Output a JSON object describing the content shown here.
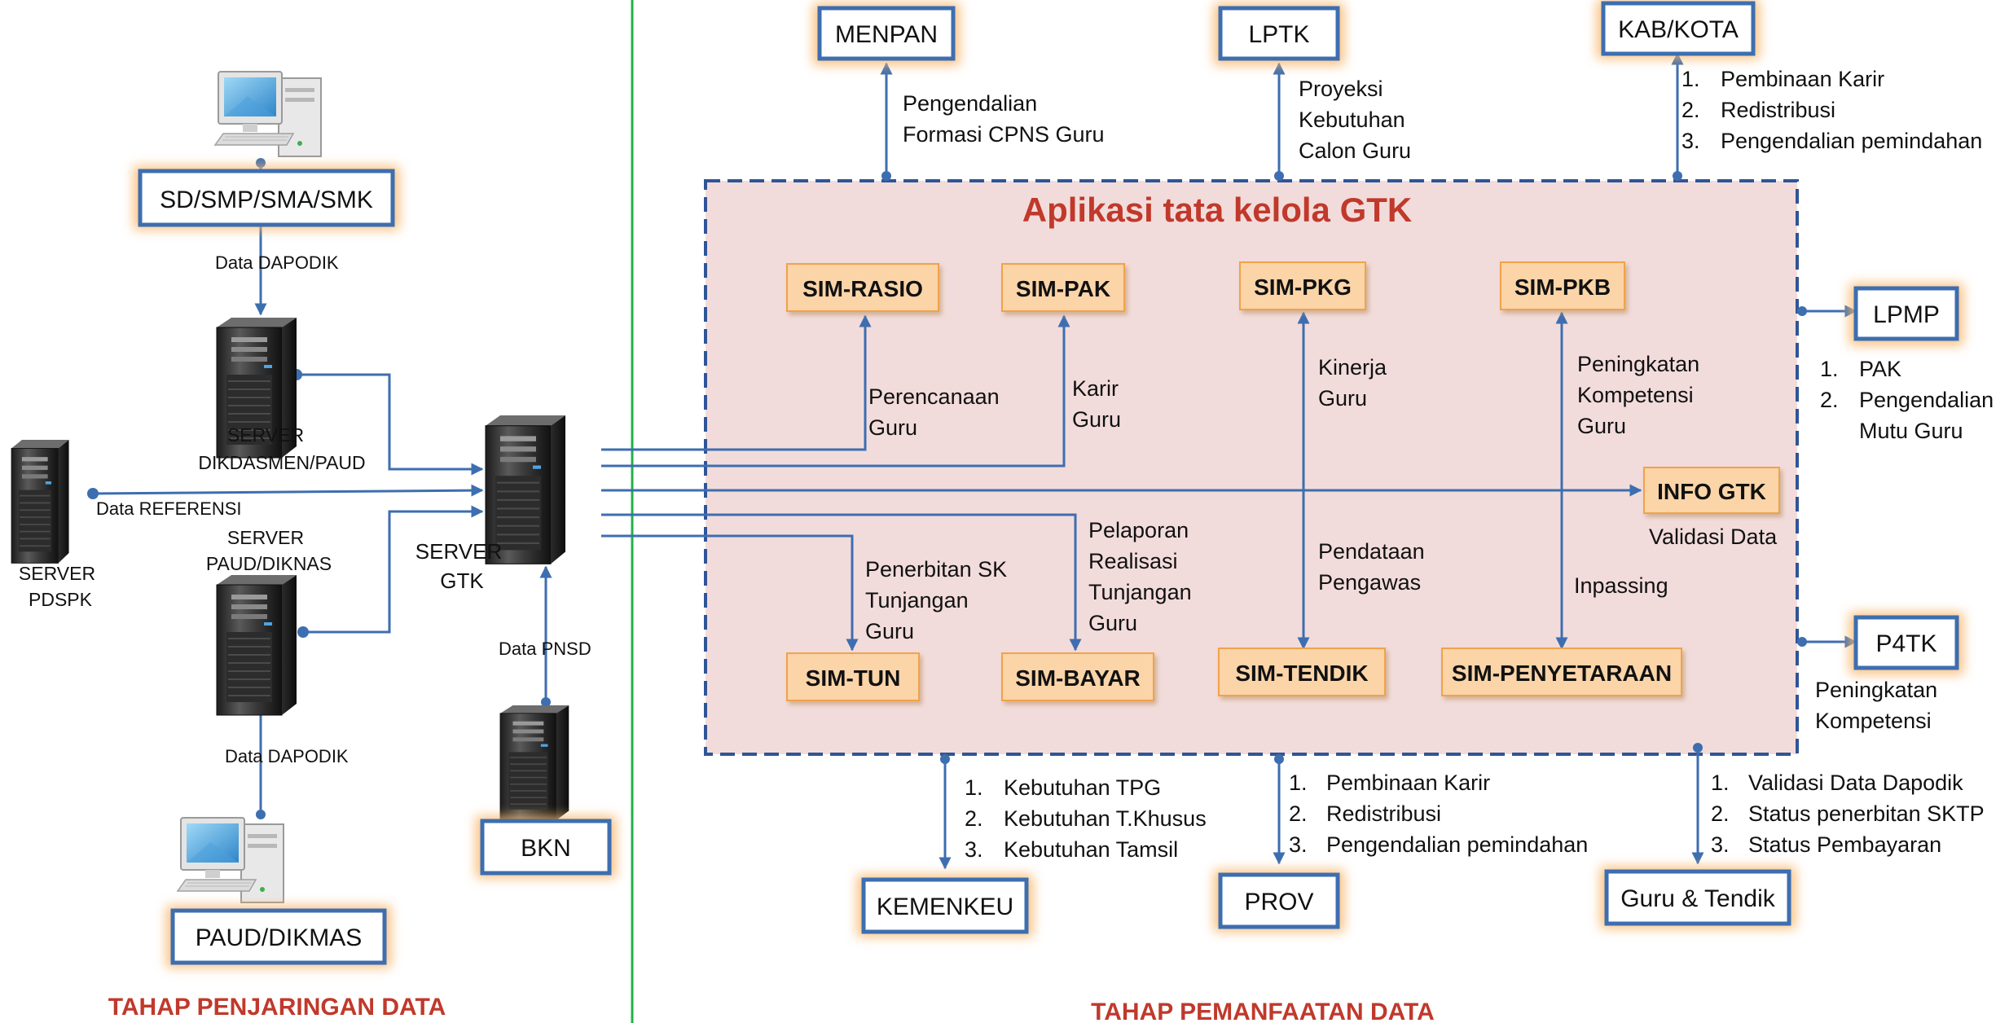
{
  "divider_color": "#22b04a",
  "accent_red": "#c0392b",
  "entity_blue": "#3d6eb0",
  "sim_fill": "#fbd4a8",
  "app_bg": "#f2dcdb",
  "app_title": "Aplikasi tata kelola GTK",
  "stage_left": "TAHAP PENJARINGAN DATA",
  "stage_right": "TAHAP PEMANFAATAN DATA",
  "entities": {
    "menpan": "MENPAN",
    "lptk": "LPTK",
    "kabkota": "KAB/KOTA",
    "lpmp": "LPMP",
    "p4tk": "P4TK",
    "kemenkeu": "KEMENKEU",
    "prov": "PROV",
    "guru_tendik": "Guru & Tendik",
    "sd_smp": "SD/SMP/SMA/SMK",
    "paud_dikmas": "PAUD/DIKMAS",
    "bkn": "BKN"
  },
  "sims": {
    "rasio": "SIM-RASIO",
    "pak": "SIM-PAK",
    "pkg": "SIM-PKG",
    "pkb": "SIM-PKB",
    "info_gtk": "INFO GTK",
    "tun": "SIM-TUN",
    "bayar": "SIM-BAYAR",
    "tendik": "SIM-TENDIK",
    "penyetaraan": "SIM-PENYETARAAN"
  },
  "servers": {
    "dikdasmen": [
      "SERVER",
      "DIKDASMEN/PAUD"
    ],
    "paud_diknas": [
      "SERVER",
      "PAUD/DIKNAS"
    ],
    "pdspk": [
      "SERVER",
      "PDSPK"
    ],
    "gtk": [
      "SERVER",
      "GTK"
    ]
  },
  "flow_labels": {
    "data_dapodik_top": "Data DAPODIK",
    "data_dapodik_bottom": "Data DAPODIK",
    "data_referensi": "Data REFERENSI",
    "data_pnsd": "Data PNSD",
    "menpan": [
      "Pengendalian",
      "Formasi CPNS Guru"
    ],
    "lptk": [
      "Proyeksi",
      "Kebutuhan",
      "Calon Guru"
    ],
    "perencanaan": [
      "Perencanaan",
      "Guru"
    ],
    "karir": [
      "Karir",
      "Guru"
    ],
    "kinerja": [
      "Kinerja",
      "Guru"
    ],
    "peningkatan_kompetensi_guru": [
      "Peningkatan",
      "Kompetensi",
      "Guru"
    ],
    "validasi_data": "Validasi Data",
    "penerbitan_sk": [
      "Penerbitan SK",
      "Tunjangan",
      "Guru"
    ],
    "pelaporan": [
      "Pelaporan",
      "Realisasi",
      "Tunjangan",
      "Guru"
    ],
    "pendataan": [
      "Pendataan",
      "Pengawas"
    ],
    "inpassing": "Inpassing",
    "p4tk": [
      "Peningkatan",
      "Kompetensi"
    ]
  },
  "numbered_lists": {
    "kabkota": [
      "Pembinaan Karir",
      "Redistribusi",
      "Pengendalian pemindahan"
    ],
    "lpmp": [
      "PAK",
      "Pengendalian",
      "Mutu Guru"
    ],
    "kemenkeu": [
      "Kebutuhan TPG",
      "Kebutuhan T.Khusus",
      "Kebutuhan Tamsil"
    ],
    "prov": [
      "Pembinaan Karir",
      "Redistribusi",
      "Pengendalian pemindahan"
    ],
    "guru_tendik": [
      "Validasi Data Dapodik",
      "Status penerbitan SKTP",
      "Status Pembayaran"
    ]
  },
  "list_numbers": [
    "1.",
    "2.",
    "3."
  ]
}
